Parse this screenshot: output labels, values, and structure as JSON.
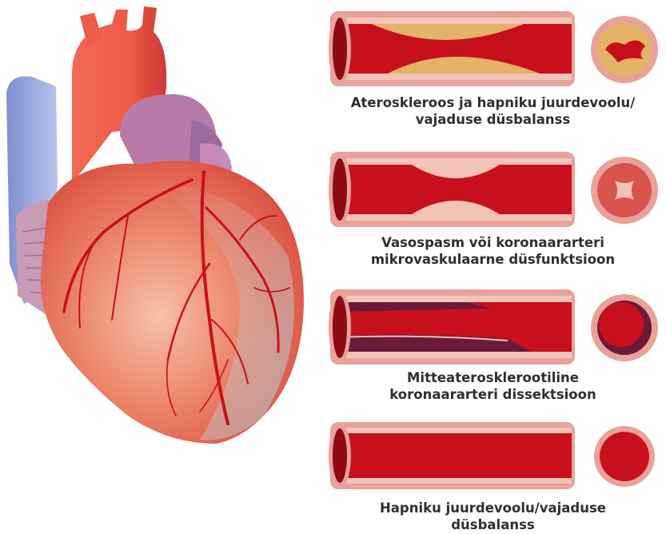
{
  "colors": {
    "artery_wall": "#e8a29a",
    "blood": "#c8101d",
    "plaque": "#e3b36a",
    "dissection": "#6b1a3a",
    "caption_text": "#2f2f33",
    "heart_red": "#e04b3c",
    "vein_blue": "#8e9ed0"
  },
  "panels": [
    {
      "id": "atherosclerosis",
      "line1": "Ateroskleroos ja hapniku juurdevoolu/",
      "line2": "vajaduse düsbalanss"
    },
    {
      "id": "vasospasm",
      "line1": "Vasospasm või koronaararteri",
      "line2": "mikrovaskulaarne düsfunktsioon"
    },
    {
      "id": "dissection",
      "line1": "Mitteaterosklerootiline",
      "line2": "koronaararteri  dissektsioon"
    },
    {
      "id": "imbalance",
      "line1": "Hapniku juurdevoolu/vajaduse",
      "line2": "düsbalanss"
    }
  ]
}
